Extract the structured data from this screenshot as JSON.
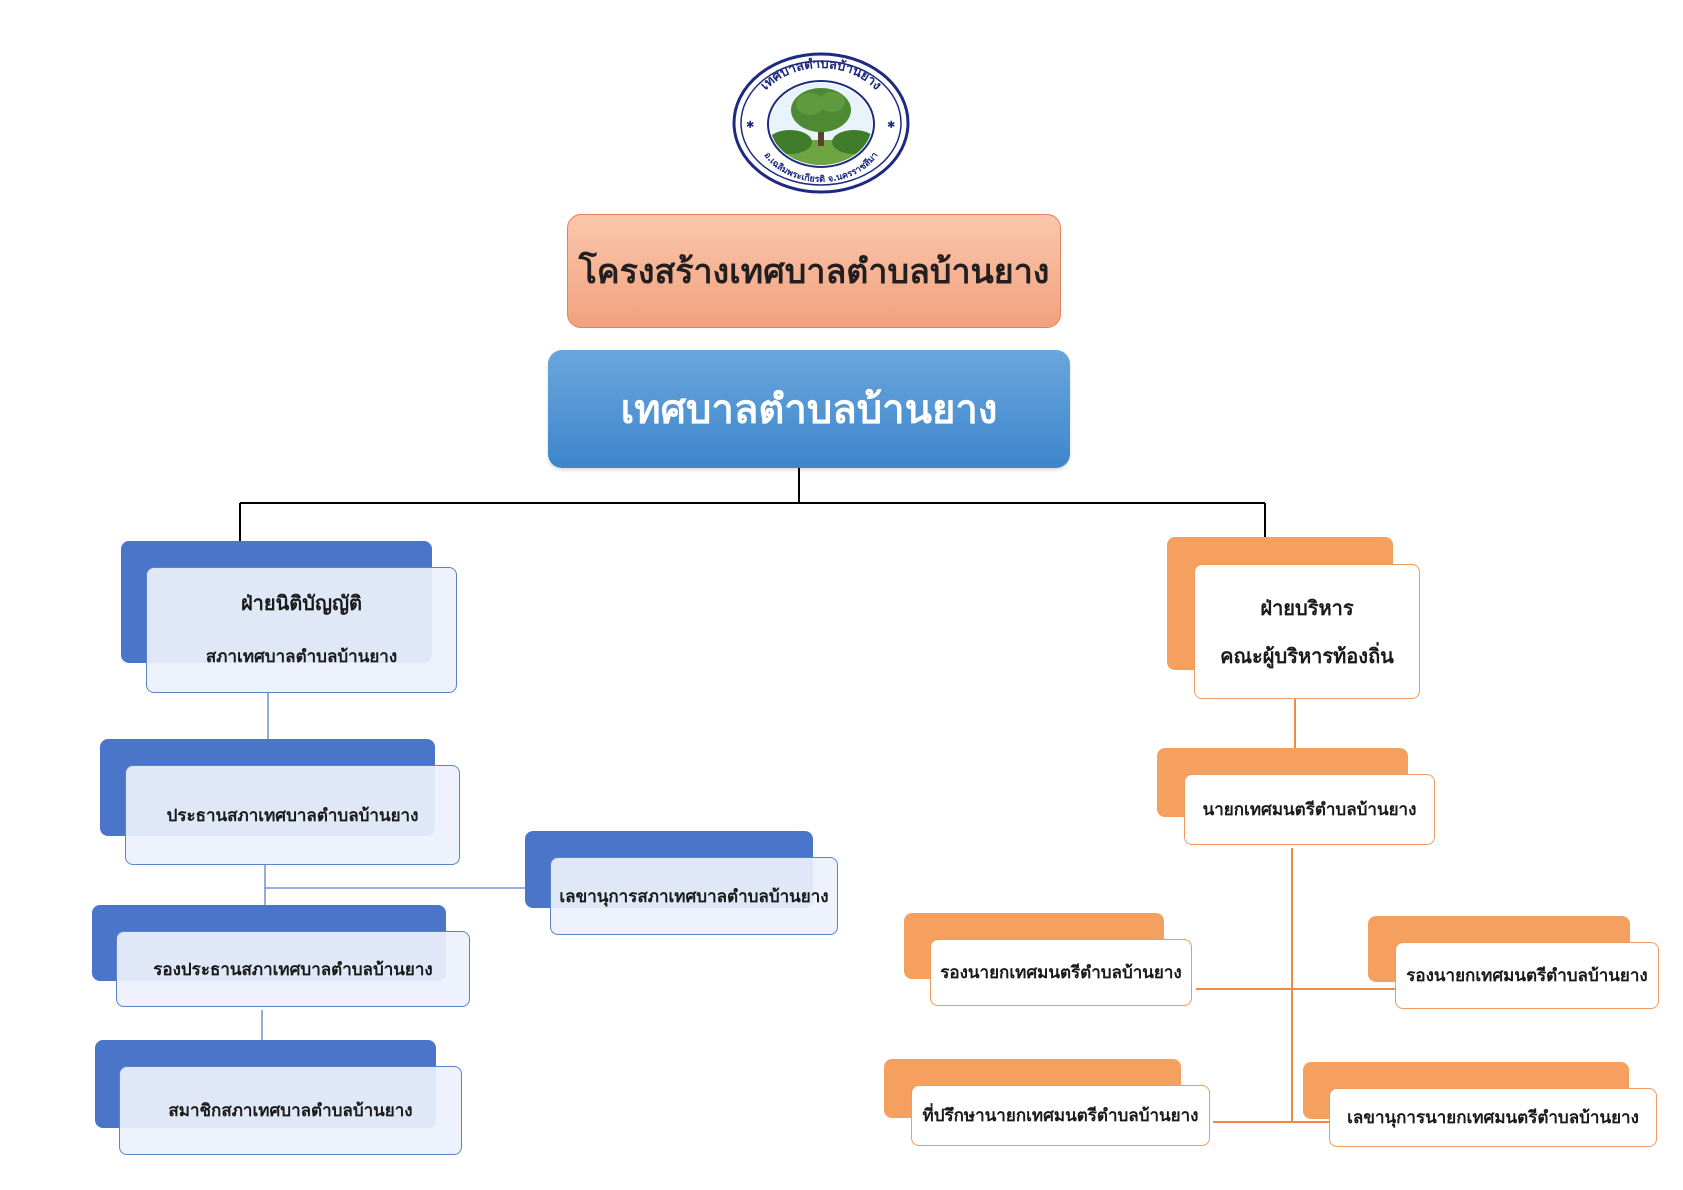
{
  "logo": {
    "ring_text_top": "เทศบาลตำบลบ้านยาง",
    "ring_text_bottom": "อ.เฉลิมพระเกียรติ จ.นครราชสีมา"
  },
  "title": "โครงสร้างเทศบาลตำบลบ้านยาง",
  "root": "เทศบาลตำบลบ้านยาง",
  "legislative": {
    "line1": "ฝ่ายนิติบัญญัติ",
    "line2": "สภาเทศบาลตำบลบ้านยาง",
    "chair": "ประธานสภาเทศบาลตำบลบ้านยาง",
    "secretary": "เลขานุการสภาเทศบาลตำบลบ้านยาง",
    "vice_chair": "รองประธานสภาเทศบาลตำบลบ้านยาง",
    "members": "สมาชิกสภาเทศบาลตำบลบ้านยาง"
  },
  "executive": {
    "line1": "ฝ่ายบริหาร",
    "line2": "คณะผู้บริหารท้องถิ่น",
    "mayor": "นายกเทศมนตรีตำบลบ้านยาง",
    "deputy_left": "รองนายกเทศมนตรีตำบลบ้านยาง",
    "deputy_right": "รองนายกเทศมนตรีตำบลบ้านยาง",
    "advisor": "ที่ปรึกษานายกเทศมนตรีตำบลบ้านยาง",
    "secretary": "เลขานุการนายกเทศมนตรีตำบลบ้านยาง"
  },
  "colors": {
    "title_fill": "#f4a987",
    "root_fill": "#4f93d4",
    "legislative_accent": "#4a75c9",
    "executive_accent": "#f6a060",
    "connector_black": "#000000",
    "connector_blue": "#5b83c9",
    "connector_orange": "#ed8a44"
  }
}
